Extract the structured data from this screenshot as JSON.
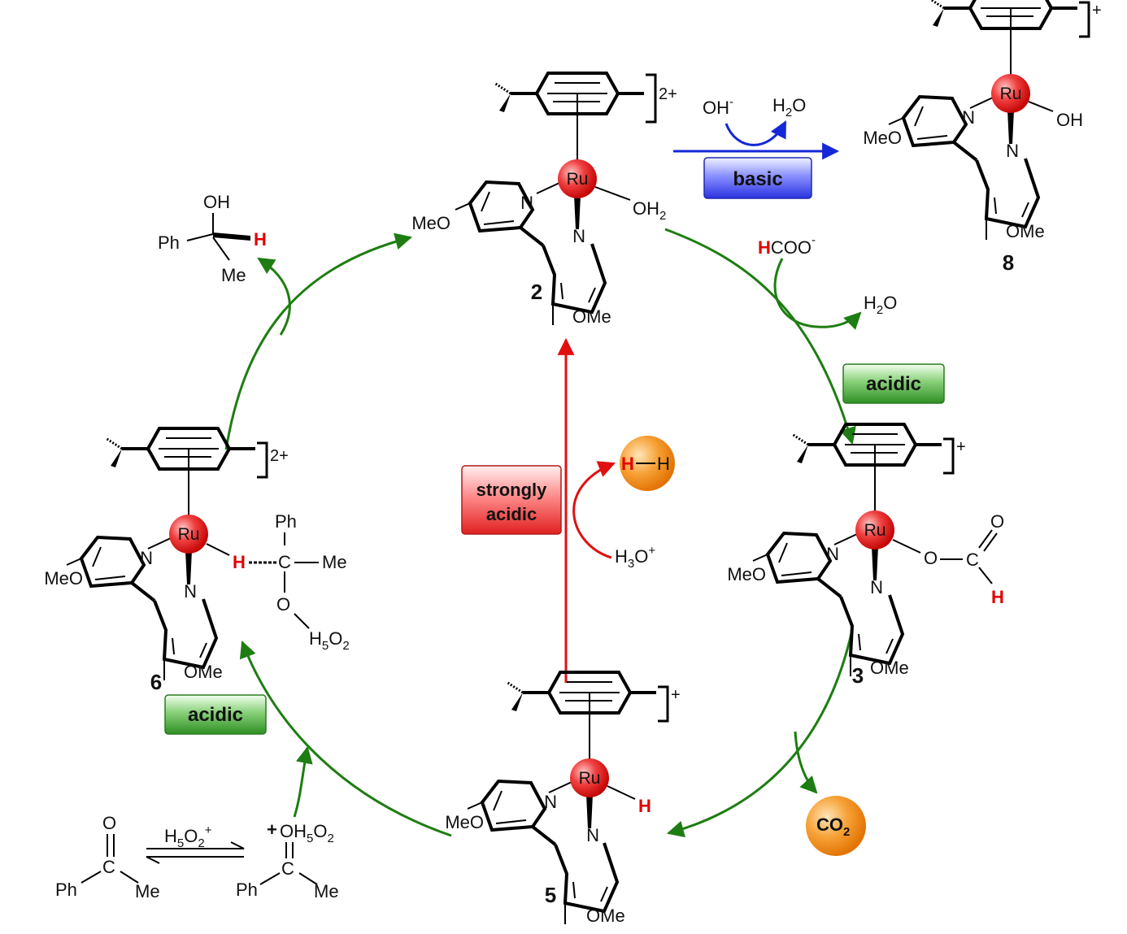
{
  "ru": "Ru",
  "N": "N",
  "O": "O",
  "C": "C",
  "H": "H",
  "MeO": "MeO",
  "OMe": "OMe",
  "Me": "Me",
  "Ph": "Ph",
  "OH": "OH",
  "charges": {
    "two_plus": "2+",
    "plus": "+",
    "minus": "-"
  },
  "compounds": {
    "c2": {
      "number": "2",
      "ligand": "OH",
      "ligand_sub": "2"
    },
    "c3": {
      "number": "3"
    },
    "c5": {
      "number": "5"
    },
    "c6": {
      "number": "6",
      "h5o2": "H",
      "h5o2_5": "5",
      "h5o2_o": "O",
      "h5o2_2": "2"
    },
    "c8": {
      "number": "8",
      "ligand": "OH"
    }
  },
  "conditions": {
    "basic": "basic",
    "acidic": "acidic",
    "strongly_line1": "strongly",
    "strongly_line2": "acidic"
  },
  "reagents": {
    "oh_minus": "OH",
    "h2o_h": "H",
    "h2o_2": "2",
    "h2o_o": "O",
    "hcoo_h": "H",
    "hcoo_rest": "COO",
    "h3o_h": "H",
    "h3o_3": "3",
    "h3o_o": "O",
    "h3o_plus": "+",
    "hh_h1": "H",
    "hh_h2": "H",
    "co2_co": "CO",
    "co2_2": "2",
    "h5o2p_h": "H",
    "h5o2p_5": "5",
    "h5o2p_o": "O",
    "h5o2p_2": "2",
    "h5o2p_plus": "+",
    "plus_sign": "+"
  },
  "colors": {
    "green": "#1e7d12",
    "blue": "#1428d8",
    "red": "#e01010",
    "ru_sphere": "#e02020",
    "orange": "#f28a1a"
  }
}
